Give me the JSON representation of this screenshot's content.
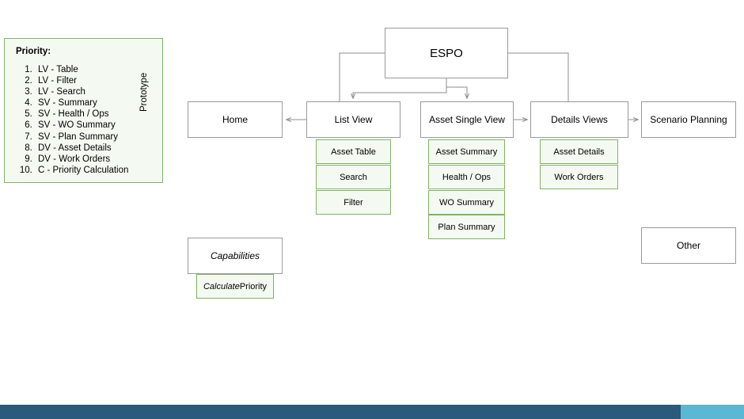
{
  "legend": {
    "title": "Priority:",
    "rotated_label": "Prototype",
    "items": [
      "LV - Table",
      "LV - Filter",
      "LV - Search",
      "SV - Summary",
      "SV - Health / Ops",
      "SV - WO Summary",
      "SV - Plan Summary",
      "DV - Asset Details",
      "DV - Work Orders",
      "C - Priority Calculation"
    ]
  },
  "diagram": {
    "root": {
      "label": "ESPO"
    },
    "columns": {
      "home": {
        "label": "Home"
      },
      "list_view": {
        "label": "List View"
      },
      "asset_single_view": {
        "label": "Asset Single View"
      },
      "details_views": {
        "label": "Details Views"
      },
      "scenario_planning": {
        "label": "Scenario Planning"
      }
    },
    "list_view_children": [
      {
        "label": "Asset Table"
      },
      {
        "label": "Search"
      },
      {
        "label": "Filter"
      }
    ],
    "asset_single_view_children": [
      {
        "label": "Asset Summary"
      },
      {
        "label": "Health / Ops"
      },
      {
        "label": "WO Summary"
      },
      {
        "label": "Plan Summary"
      }
    ],
    "details_views_children": [
      {
        "label": "Asset Details"
      },
      {
        "label": "Work Orders"
      }
    ],
    "capabilities": {
      "label": "Capabilities",
      "children": [
        {
          "label_italic": "Calculate",
          "label_regular": " Priority"
        }
      ]
    },
    "other": {
      "label": "Other"
    }
  },
  "colors": {
    "green_border": "#82b366",
    "green_fill": "#f4faf1",
    "box_border": "#9a9a9a",
    "connector": "#8c8c8c",
    "footer_dark": "#2a5a7c",
    "footer_light": "#5bb8d4"
  }
}
